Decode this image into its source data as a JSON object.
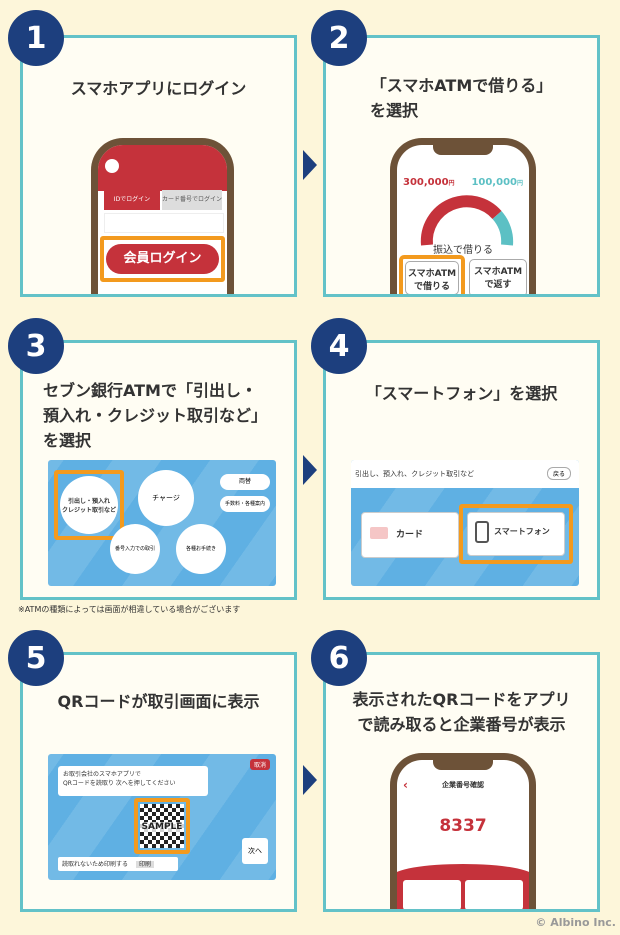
{
  "steps": [
    {
      "num": "1",
      "title": "スマホアプリにログイン"
    },
    {
      "num": "2",
      "title": "「スマホATMで借りる」",
      "title2": "を選択"
    },
    {
      "num": "3",
      "title": "セブン銀行ATMで「引出し・",
      "title2": "預入れ・クレジット取引など」",
      "title3": "を選択"
    },
    {
      "num": "4",
      "title": "「スマートフォン」を選択"
    },
    {
      "num": "5",
      "title": "QRコードが取引画面に表示"
    },
    {
      "num": "6",
      "title": "表示されたQRコードをアプリ",
      "title2": "で読み取ると企業番号が表示"
    }
  ],
  "s1": {
    "tab1": "IDでログイン",
    "tab2": "カード番号でログイン",
    "login": "会員ログイン"
  },
  "s2": {
    "amount_left": "300,000",
    "amount_right": "100,000",
    "unit": "円",
    "transfer": "振込で借りる",
    "borrow": "スマホATM\nで借りる",
    "return": "スマホATM\nで返す"
  },
  "s3": {
    "main": "引出し・預入れ\nクレジット取引など",
    "charge": "チャージ",
    "number": "番号入力での取引",
    "other": "各種お手続き",
    "btn1": "両替",
    "btn2": "手数料・各種案内",
    "note": "※ATMの種類によっては画面が相違している場合がございます"
  },
  "s4": {
    "header": "引出し、預入れ、クレジット取引など",
    "back": "戻る",
    "card": "カード",
    "smartphone": "スマートフォン"
  },
  "s5": {
    "tag": "取消",
    "msg1": "お取引会社のスマホアプリで",
    "msg2": "QRコードを読取り 次へを押してください",
    "sample": "SAMPLE",
    "cannot": "読取れないため印刷する",
    "print": "印刷",
    "next": "次へ"
  },
  "s6": {
    "header": "企業番号確認",
    "code": "8337"
  },
  "copyright": "© Albino Inc."
}
